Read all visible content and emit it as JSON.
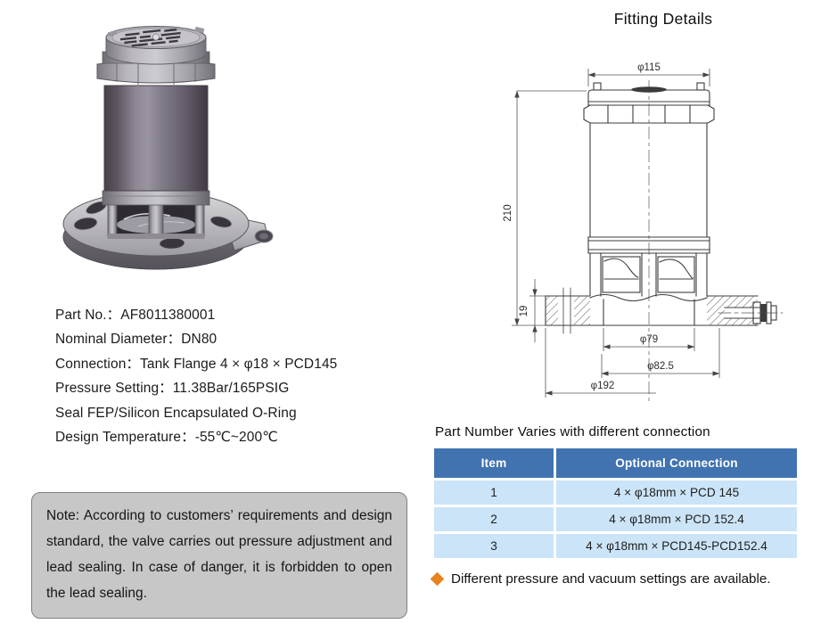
{
  "product": {
    "specs": [
      "Part No.：AF8011380001",
      "Nominal Diameter：DN80",
      "Connection：Tank Flange 4 × φ18 × PCD145",
      "Pressure Setting：11.38Bar/165PSIG",
      "Seal FEP/Silicon Encapsulated O-Ring",
      "Design Temperature：-55℃~200℃"
    ]
  },
  "note": {
    "text": "Note:  According to customers’ requirements and design standard, the valve carries out pressure adjustment and lead sealing. In case of danger, it is forbidden to open the lead sealing."
  },
  "fitting": {
    "title": "Fitting Details",
    "dims": {
      "top_od": "φ115",
      "overall_height": "210",
      "flange_thickness": "19",
      "bore": "φ79",
      "step": "φ82.5",
      "flange_od": "φ192"
    }
  },
  "connection_table": {
    "title": "Part Number Varies with different connection",
    "headers": [
      "Item",
      "Optional Connection"
    ],
    "rows": [
      {
        "item": "1",
        "connection": "4 × φ18mm × PCD 145"
      },
      {
        "item": "2",
        "connection": "4 × φ18mm × PCD 152.4"
      },
      {
        "item": "3",
        "connection": "4 × φ18mm × PCD145-PCD152.4"
      }
    ],
    "footnote": "Different pressure and vacuum settings are available."
  },
  "colors": {
    "table_header_bg": "#4173b0",
    "table_row_bg": "#cbe4f7",
    "note_bg": "#c7c7c7",
    "bullet_orange": "#e8821e",
    "drawing_line": "#3d3d3d"
  }
}
